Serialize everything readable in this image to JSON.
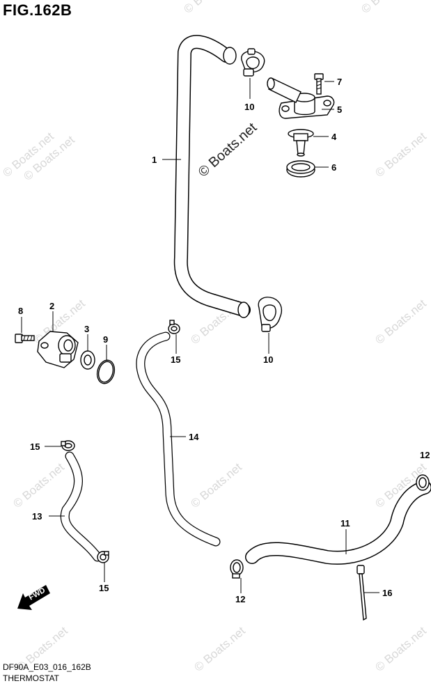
{
  "figure_title": "FIG.162B",
  "footer": {
    "code": "DF90A_E03_016_162B",
    "name": "THERMOSTAT"
  },
  "watermark": {
    "text": "© Boats.net",
    "color": "#d8d8d8"
  },
  "callouts": {
    "c1": "1",
    "c2": "2",
    "c3": "3",
    "c4": "4",
    "c5": "5",
    "c6": "6",
    "c7": "7",
    "c8": "8",
    "c9": "9",
    "c10a": "10",
    "c10b": "10",
    "c11": "11",
    "c12a": "12",
    "c12b": "12",
    "c13": "13",
    "c14": "14",
    "c15a": "15",
    "c15b": "15",
    "c15c": "15",
    "c16": "16"
  },
  "fwd_label": "FWD",
  "colors": {
    "line": "#000000",
    "background": "#ffffff"
  }
}
